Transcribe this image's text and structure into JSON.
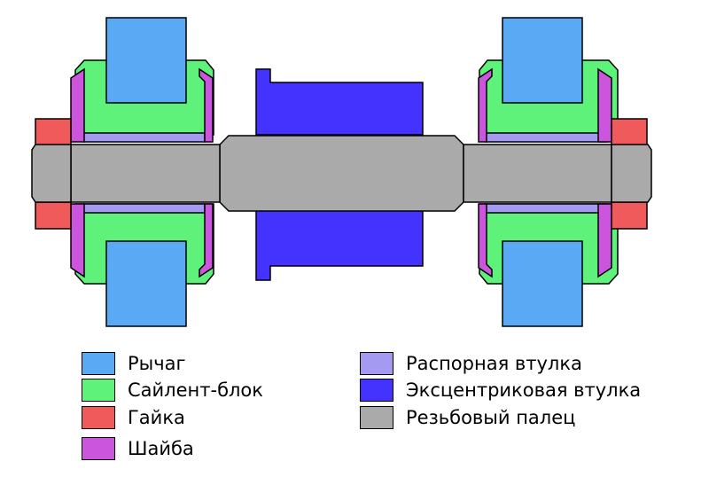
{
  "colors": {
    "lever": "#5aa9f5",
    "silentblock": "#5ff27a",
    "nut": "#f05a5a",
    "washer": "#cc55dd",
    "spacer": "#a59af2",
    "eccentric": "#4433ff",
    "pin": "#aaaaaa"
  },
  "legend": [
    {
      "key": "lever",
      "label": "Рычаг"
    },
    {
      "key": "silentblock",
      "label": "Сайлент-блок"
    },
    {
      "key": "nut",
      "label": "Гайка"
    },
    {
      "key": "washer",
      "label": "Шайба"
    },
    {
      "key": "spacer",
      "label": "Распорная втулка"
    },
    {
      "key": "eccentric",
      "label": "Эксцентриковая втулка"
    },
    {
      "key": "pin",
      "label": "Резьбовый палец"
    }
  ]
}
